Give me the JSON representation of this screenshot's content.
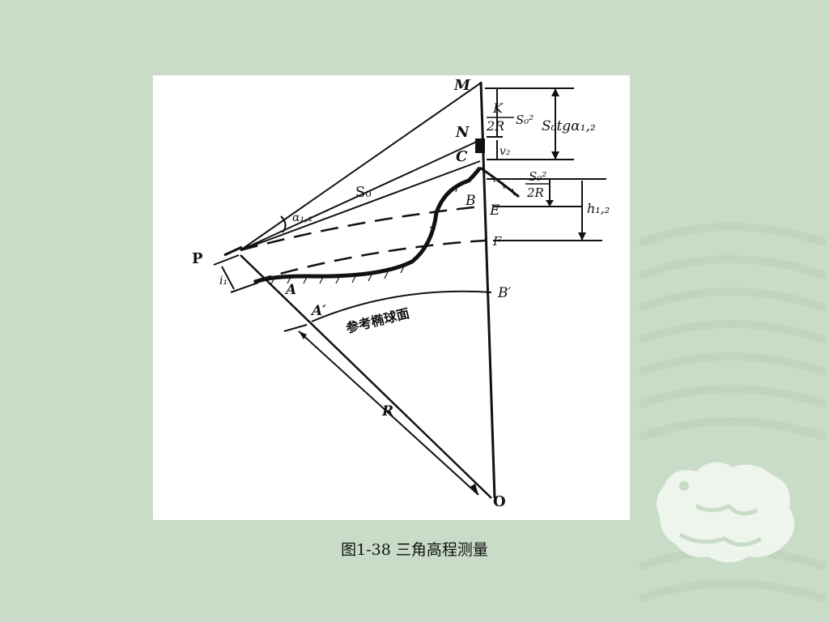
{
  "slide": {
    "caption": "图1-38  三角高程测量"
  },
  "diagram": {
    "labels": {
      "M": "M",
      "N": "N",
      "C": "C",
      "P": "P",
      "S0": "S₀",
      "B": "B",
      "E": "E",
      "F": "F",
      "A": "A",
      "A_prime": "A′",
      "B_prime": "B′",
      "R": "R",
      "O": "O",
      "alpha": "α₁,₂",
      "i1": "i₁",
      "v2": "v₂",
      "h12": "h₁,₂",
      "S0tg": "S₀tgα₁,₂",
      "K_num": "K",
      "K_den": "2R",
      "K_s": "S₀²",
      "S0_num": "S₀²",
      "S0_den": "2R",
      "reference_surface": "参考椭球面"
    }
  },
  "colors": {
    "background": "#c9dcc8",
    "figure_bg": "#ffffff",
    "ink": "#111111",
    "ornament": "#f2f7ef"
  }
}
